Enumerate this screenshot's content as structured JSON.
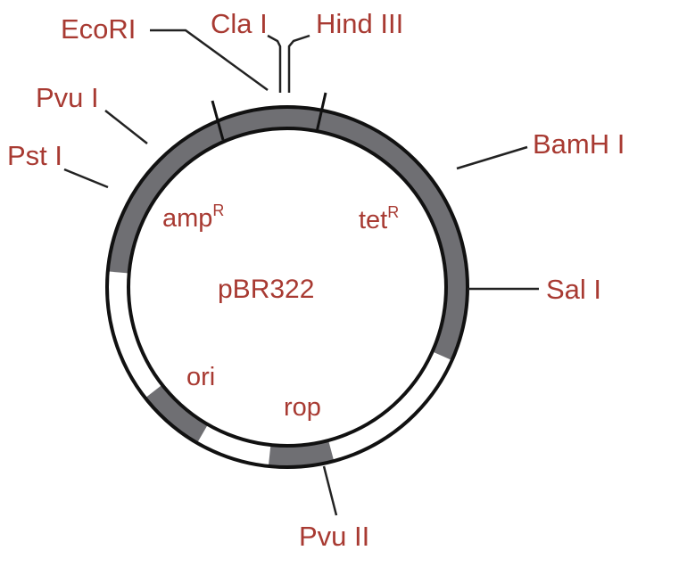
{
  "plasmid": {
    "name": "pBR322"
  },
  "sites": {
    "ecori": "EcoRI",
    "clai": "Cla I",
    "hindiii": "Hind III",
    "pvui": "Pvu I",
    "psti": "Pst I",
    "bamhi": "BamH I",
    "sali": "Sal I",
    "pvuii": "Pvu II"
  },
  "genes": {
    "amp": {
      "base": "amp",
      "sup": "R"
    },
    "tet": {
      "base": "tet",
      "sup": "R"
    },
    "ori": "ori",
    "rop": "rop"
  },
  "colors": {
    "label": "#a83a32",
    "ring_dark": "#6f6f73",
    "ring_light": "#ffffff",
    "outline": "#111111",
    "leader": "#222222"
  }
}
